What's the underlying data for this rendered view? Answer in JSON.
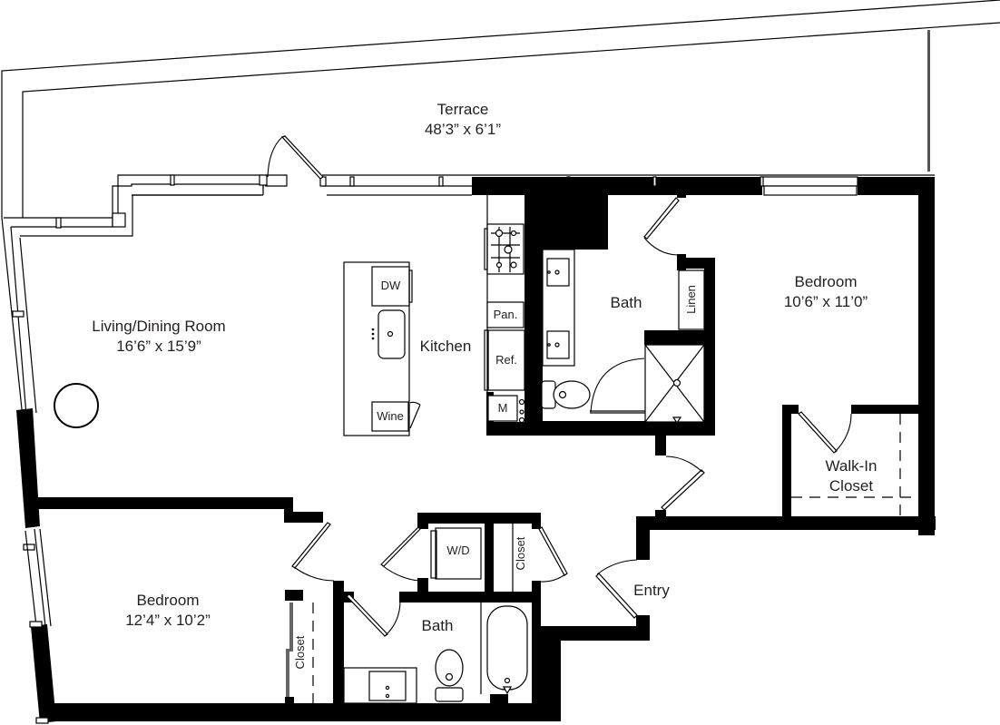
{
  "floorplan": {
    "rooms": {
      "terrace": {
        "name": "Terrace",
        "size": "48’3” x 6’1”"
      },
      "living_dining": {
        "name": "Living/Dining Room",
        "size": "16’6” x 15’9”"
      },
      "kitchen": {
        "name": "Kitchen"
      },
      "master_bath": {
        "name": "Bath"
      },
      "master_bedroom": {
        "name": "Bedroom",
        "size": "10’6” x 11’0”"
      },
      "walk_in_closet": {
        "name_line1": "Walk-In",
        "name_line2": "Closet"
      },
      "bedroom_2": {
        "name": "Bedroom",
        "size": "12’4” x 10’2”"
      },
      "bath_2": {
        "name": "Bath"
      },
      "entry": {
        "name": "Entry"
      }
    },
    "fixtures": {
      "dishwasher": "DW",
      "pantry": "Pan.",
      "refrigerator": "Ref.",
      "microwave": "M",
      "wine_fridge": "Wine",
      "linen": "Linen",
      "washer_dryer": "W/D",
      "hall_closet": "Closet",
      "bedroom_closet": "Closet"
    },
    "colors": {
      "wall": "#000000",
      "text": "#231f20",
      "background": "#ffffff"
    }
  }
}
